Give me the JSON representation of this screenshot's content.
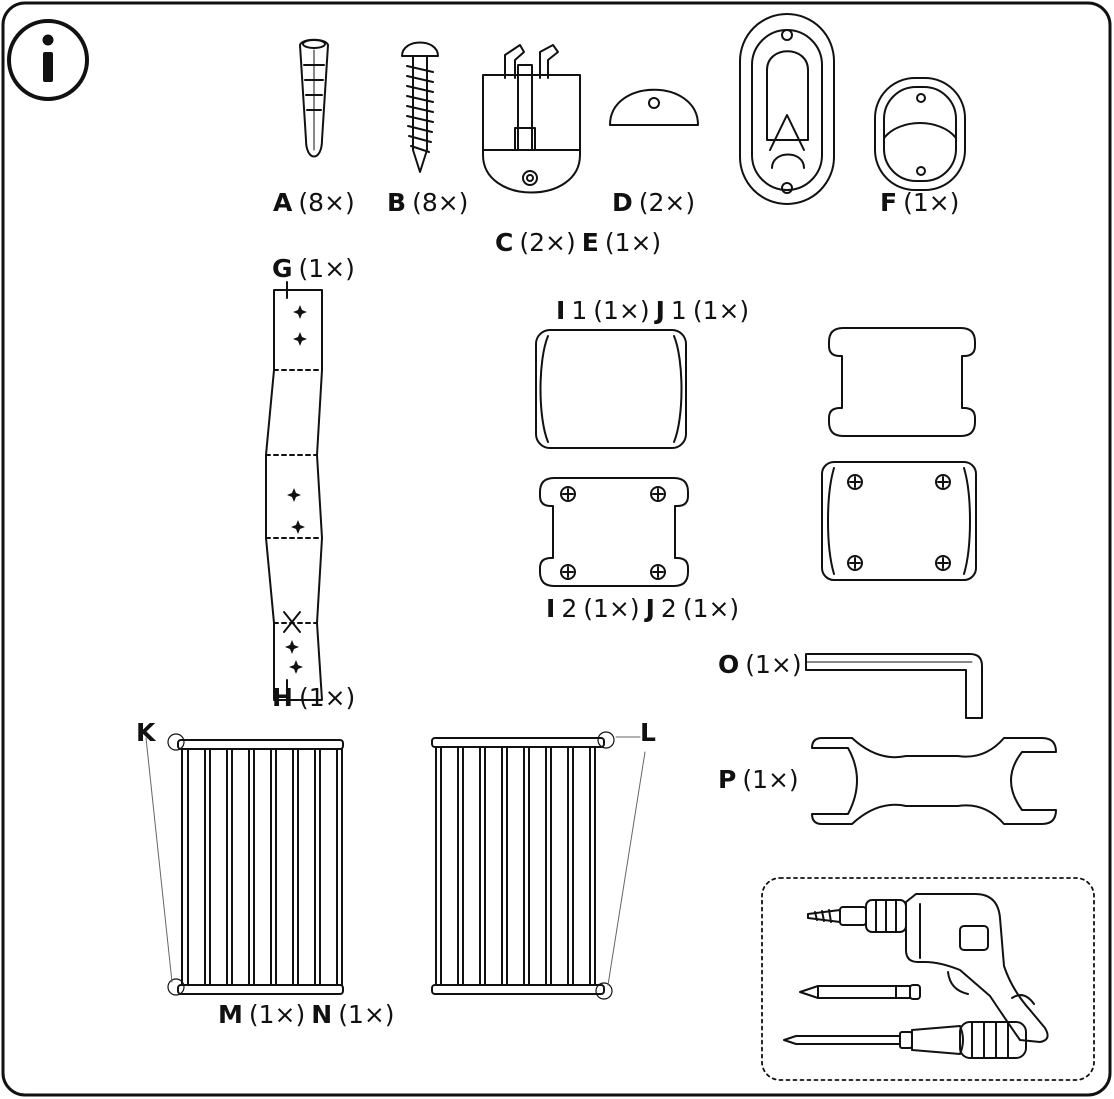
{
  "info_icon": {
    "symbol": "i"
  },
  "parts": {
    "A": {
      "letter": "A",
      "qty": "(8×)"
    },
    "B": {
      "letter": "B",
      "qty": "(8×)"
    },
    "C": {
      "letter": "C",
      "qty": "(2×)"
    },
    "D": {
      "letter": "D",
      "qty": "(2×)"
    },
    "E": {
      "letter": "E",
      "qty": "(1×)"
    },
    "F": {
      "letter": "F",
      "qty": "(1×)"
    },
    "G": {
      "letter": "G",
      "qty": "(1×)"
    },
    "H": {
      "letter": "H",
      "qty": "(1×)"
    },
    "I1": {
      "letter": "I",
      "num": "1",
      "qty": "(1×)"
    },
    "J1": {
      "letter": "J",
      "num": "1",
      "qty": "(1×)"
    },
    "I2": {
      "letter": "I",
      "num": "2",
      "qty": "(1×)"
    },
    "J2": {
      "letter": "J",
      "num": "2",
      "qty": "(1×)"
    },
    "K": {
      "letter": "K"
    },
    "L": {
      "letter": "L"
    },
    "M": {
      "letter": "M",
      "qty": "(1×)"
    },
    "N": {
      "letter": "N",
      "qty": "(1×)"
    },
    "O": {
      "letter": "O",
      "qty": "(1×)"
    },
    "P": {
      "letter": "P",
      "qty": "(1×)"
    }
  },
  "tools_box": {
    "icons": [
      "drill-icon",
      "pencil-icon",
      "screwdriver-icon"
    ]
  }
}
